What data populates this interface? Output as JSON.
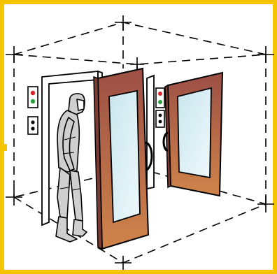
{
  "colors": {
    "frame": "#f5c400",
    "outline": "#000000",
    "door_fill_top": "#9c4f45",
    "door_fill_bottom": "#d0844a",
    "glass_top": "#c9e7ee",
    "glass_bottom": "#eef8fb",
    "suit": "#cfcfcf",
    "light_red": "#d8232a",
    "light_green": "#2a9d3a"
  },
  "icons": {
    "figure": "cleanroom-suit-figure-icon",
    "status_light": "traffic-light-icon",
    "access_switch": "two-button-switch-icon",
    "handle": "door-handle-icon"
  },
  "components": {
    "left_door": "open",
    "right_door": "open",
    "person": "present"
  }
}
